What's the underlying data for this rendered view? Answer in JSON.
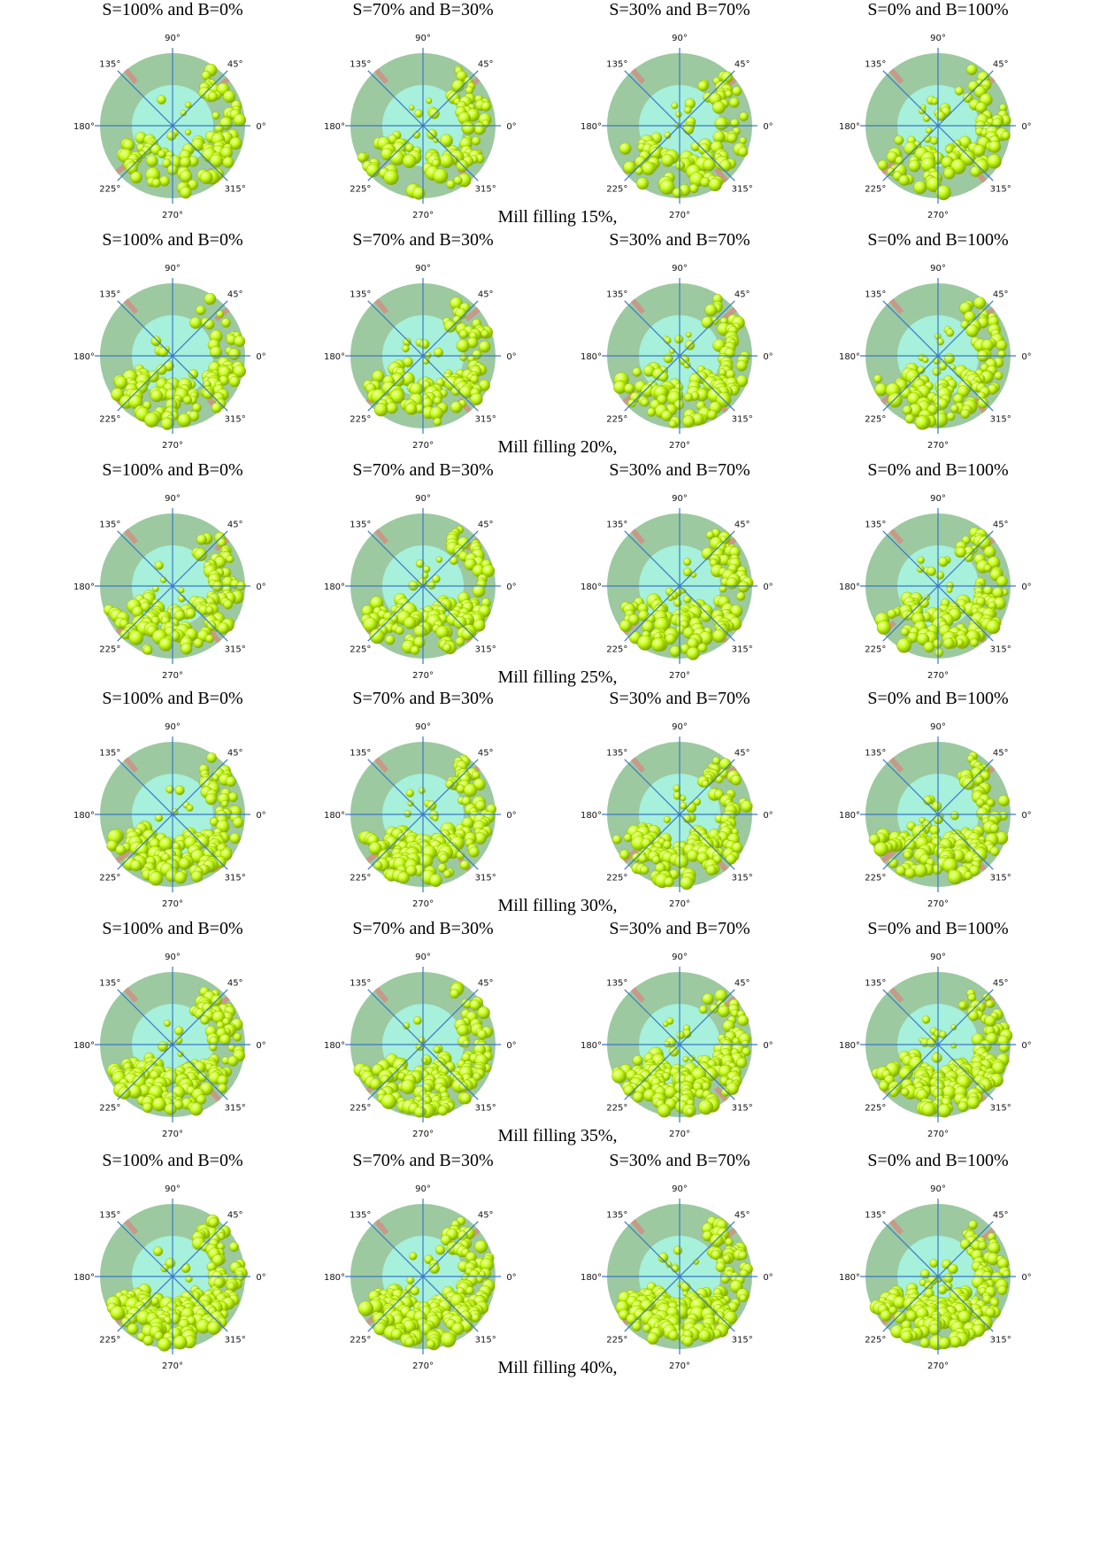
{
  "figure": {
    "angle_labels": [
      "0°",
      "45°",
      "90°",
      "135°",
      "180°",
      "225°",
      "270°",
      "315°"
    ],
    "colors": {
      "outer_ring": "#9cc9a0",
      "inner_core": "#a6f0dc",
      "lifter": "#c8998a",
      "axis_line": "#3b78c8",
      "ball": "#c8ff1e",
      "ball_shade": "#7fa800"
    },
    "rows": [
      {
        "caption": "Mill filling 15%,",
        "panels": [
          "S=100% and B=0%",
          "S=70% and B=30%",
          "S=30% and B=70%",
          "S=0% and B=100%"
        ]
      },
      {
        "caption": "Mill filling 20%,",
        "panels": [
          "S=100% and B=0%",
          "S=70% and B=30%",
          "S=30% and B=70%",
          "S=0% and B=100%"
        ]
      },
      {
        "caption": "Mill filling 25%,",
        "panels": [
          "S=100% and B=0%",
          "S=70% and B=30%",
          "S=30% and B=70%",
          "S=0% and B=100%"
        ]
      },
      {
        "caption": "Mill filling 30%,",
        "panels": [
          "S=100% and B=0%",
          "S=70% and B=30%",
          "S=30% and B=70%",
          "S=0% and B=100%"
        ]
      },
      {
        "caption": "Mill filling 35%,",
        "panels": [
          "S=100% and B=0%",
          "S=70% and B=30%",
          "S=30% and B=70%",
          "S=0% and B=100%"
        ]
      },
      {
        "caption": "Mill filling 40%,",
        "panels": [
          "S=100% and B=0%",
          "S=70% and B=30%",
          "S=30% and B=70%",
          "S=0% and B=100%"
        ]
      }
    ]
  }
}
